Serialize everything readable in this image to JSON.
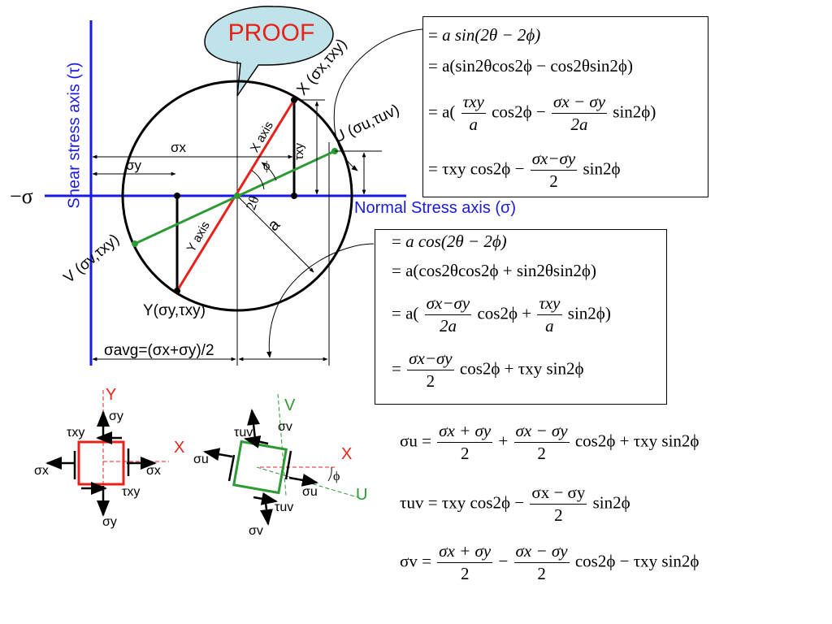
{
  "bubble": {
    "text": "PROOF"
  },
  "axes": {
    "shear": "Shear stress axis (τ)",
    "normal": "Normal Stress axis (σ)",
    "neg_sigma": "−σ"
  },
  "circle_labels": {
    "sigma_x": "σx",
    "sigma_y": "σy",
    "tau_xy": "τxy",
    "x_axis": "X axis",
    "y_axis": "Y axis",
    "phi": "ϕ",
    "two_theta": "2θ",
    "radius": "a",
    "point_x": "X (σx,τxy)",
    "point_u": "U (σu,τuv)",
    "point_v": "V (σv,τxy)",
    "point_y": "Y(σy,τxy)",
    "sigma_avg": "σavg=(σx+σy)/2"
  },
  "element_left": {
    "y_label": "Y",
    "x_label": "X",
    "sig_y_top": "σy",
    "sig_y_bot": "σy",
    "sig_x_left": "σx",
    "sig_x_right": "σx",
    "tau_top": "τxy",
    "tau_bot": "τxy",
    "box_color": "#e8221b"
  },
  "element_right": {
    "v_label": "V",
    "u_label": "U",
    "x_label": "X",
    "sig_v_top": "σv",
    "sig_v_bot": "σv",
    "sig_u_left": "σu",
    "sig_u_right": "σu",
    "tau_top": "τuv",
    "tau_bot": "τuv",
    "phi": "ϕ",
    "box_color": "#2e9a35"
  },
  "colors": {
    "axis_blue": "#1a1ae0",
    "red": "#e8221b",
    "green": "#2e9a35",
    "bubble": "#bfe3e8"
  },
  "box1": {
    "l1": {
      "pre": "= ",
      "body": "a sin(2θ − 2ϕ)"
    },
    "l2": {
      "pre": "= ",
      "body": "a(sin2θcos2ϕ − cos2θsin2ϕ)"
    },
    "l3": {
      "pre": "= a(",
      "f1n": "τxy",
      "f1d": "a",
      "mid": "cos2ϕ −",
      "f2n": "σx − σy",
      "f2d": "2a",
      "post": "sin2ϕ)"
    },
    "l4": {
      "pre": "= τxy cos2ϕ −",
      "f1n": "σx−σy",
      "f1d": "2",
      "post": "sin2ϕ"
    }
  },
  "box2": {
    "l1": {
      "pre": "= ",
      "body": "a cos(2θ − 2ϕ)"
    },
    "l2": {
      "pre": "= ",
      "body": "a(cos2θcos2ϕ + sin2θsin2ϕ)"
    },
    "l3": {
      "pre": "= a(",
      "f1n": "σx−σy",
      "f1d": "2a",
      "mid": "cos2ϕ +",
      "f2n": "τxy",
      "f2d": "a",
      "post": "sin2ϕ)"
    },
    "l4": {
      "pre": "=",
      "f1n": "σx−σy",
      "f1d": "2",
      "post": "cos2ϕ + τxy sin2ϕ"
    }
  },
  "results": {
    "su": {
      "lhs": "σu =",
      "f1n": "σx + σy",
      "f1d": "2",
      "op": "+",
      "f2n": "σx − σy",
      "f2d": "2",
      "post": "cos2ϕ + τxy sin2ϕ"
    },
    "tuv": {
      "lhs": "τuv = τxy cos2ϕ −",
      "f1n": "σx − σy",
      "f1d": "2",
      "post": "sin2ϕ"
    },
    "sv": {
      "lhs": "σv =",
      "f1n": "σx + σy",
      "f1d": "2",
      "op": "−",
      "f2n": "σx − σy",
      "f2d": "2",
      "post": "cos2ϕ − τxy sin2ϕ"
    }
  }
}
